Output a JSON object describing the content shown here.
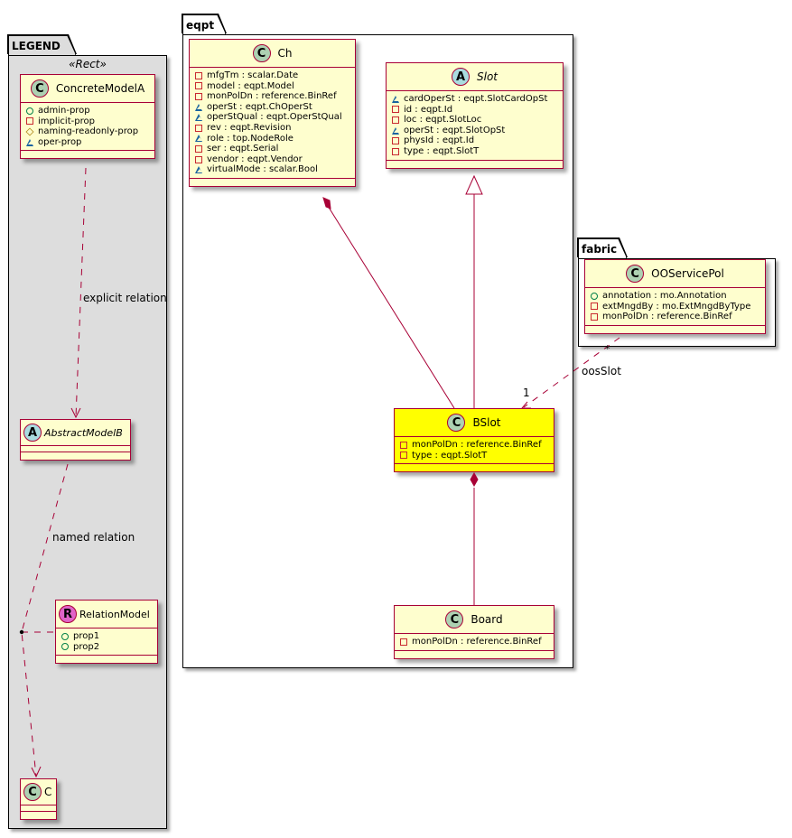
{
  "colors": {
    "edge": "#a80036",
    "class_fill": "#fefece",
    "highlight_fill": "#ffff00",
    "legend_fill": "#dddddd"
  },
  "packages": {
    "legend": {
      "name": "LEGEND",
      "stereotype": "«Rect»"
    },
    "eqpt": {
      "name": "eqpt"
    },
    "fabric": {
      "name": "fabric"
    }
  },
  "classes": {
    "concrete_model_a": {
      "type_icon": "C",
      "name": "ConcreteModelA",
      "attributes": [
        {
          "vis": "public",
          "text": "admin-prop"
        },
        {
          "vis": "private",
          "text": "implicit-prop"
        },
        {
          "vis": "protected",
          "text": "naming-readonly-prop"
        },
        {
          "vis": "package",
          "text": "oper-prop"
        }
      ]
    },
    "abstract_model_b": {
      "type_icon": "A",
      "name": "AbstractModelB",
      "attributes": []
    },
    "relation_model": {
      "type_icon": "R",
      "name": "RelationModel",
      "attributes": [
        {
          "vis": "public",
          "text": "prop1"
        },
        {
          "vis": "public",
          "text": "prop2"
        }
      ]
    },
    "c": {
      "type_icon": "C",
      "name": "C",
      "attributes": []
    },
    "ch": {
      "type_icon": "C",
      "name": "Ch",
      "attributes": [
        {
          "vis": "private",
          "text": "mfgTm : scalar.Date"
        },
        {
          "vis": "private",
          "text": "model : eqpt.Model"
        },
        {
          "vis": "private",
          "text": "monPolDn : reference.BinRef"
        },
        {
          "vis": "package",
          "text": "operSt : eqpt.ChOperSt"
        },
        {
          "vis": "package",
          "text": "operStQual : eqpt.OperStQual"
        },
        {
          "vis": "private",
          "text": "rev : eqpt.Revision"
        },
        {
          "vis": "package",
          "text": "role : top.NodeRole"
        },
        {
          "vis": "private",
          "text": "ser : eqpt.Serial"
        },
        {
          "vis": "private",
          "text": "vendor : eqpt.Vendor"
        },
        {
          "vis": "package",
          "text": "virtualMode : scalar.Bool"
        }
      ]
    },
    "slot": {
      "type_icon": "A",
      "name": "Slot",
      "attributes": [
        {
          "vis": "package",
          "text": "cardOperSt : eqpt.SlotCardOpSt"
        },
        {
          "vis": "private",
          "text": "id : eqpt.Id"
        },
        {
          "vis": "private",
          "text": "loc : eqpt.SlotLoc"
        },
        {
          "vis": "package",
          "text": "operSt : eqpt.SlotOpSt"
        },
        {
          "vis": "private",
          "text": "physId : eqpt.Id"
        },
        {
          "vis": "private",
          "text": "type : eqpt.SlotT"
        }
      ]
    },
    "bslot": {
      "type_icon": "C",
      "name": "BSlot",
      "attributes": [
        {
          "vis": "private",
          "text": "monPolDn : reference.BinRef"
        },
        {
          "vis": "private",
          "text": "type : eqpt.SlotT"
        }
      ]
    },
    "board": {
      "type_icon": "C",
      "name": "Board",
      "attributes": [
        {
          "vis": "private",
          "text": "monPolDn : reference.BinRef"
        }
      ]
    },
    "oo_service_pol": {
      "type_icon": "C",
      "name": "OOServicePol",
      "attributes": [
        {
          "vis": "public",
          "text": "annotation : mo.Annotation"
        },
        {
          "vis": "private",
          "text": "extMngdBy : mo.ExtMngdByType"
        },
        {
          "vis": "private",
          "text": "monPolDn : reference.BinRef"
        }
      ]
    }
  },
  "relations": {
    "explicit": {
      "from": "ConcreteModelA",
      "to": "AbstractModelB",
      "kind": "dependency",
      "label": "explicit relation"
    },
    "named": {
      "from": "AbstractModelB",
      "to": "C",
      "kind": "dependency",
      "label": "named relation",
      "association_class": "RelationModel"
    },
    "ch_bslot": {
      "from": "Ch",
      "to": "BSlot",
      "kind": "composition"
    },
    "slot_bslot": {
      "from": "BSlot",
      "to": "Slot",
      "kind": "inheritance"
    },
    "bslot_board": {
      "from": "BSlot",
      "to": "Board",
      "kind": "composition"
    },
    "oos_slot": {
      "from": "OOServicePol",
      "to": "BSlot",
      "kind": "dependency",
      "label": "oosSlot",
      "from_multiplicity": "*",
      "to_multiplicity": "1"
    }
  }
}
